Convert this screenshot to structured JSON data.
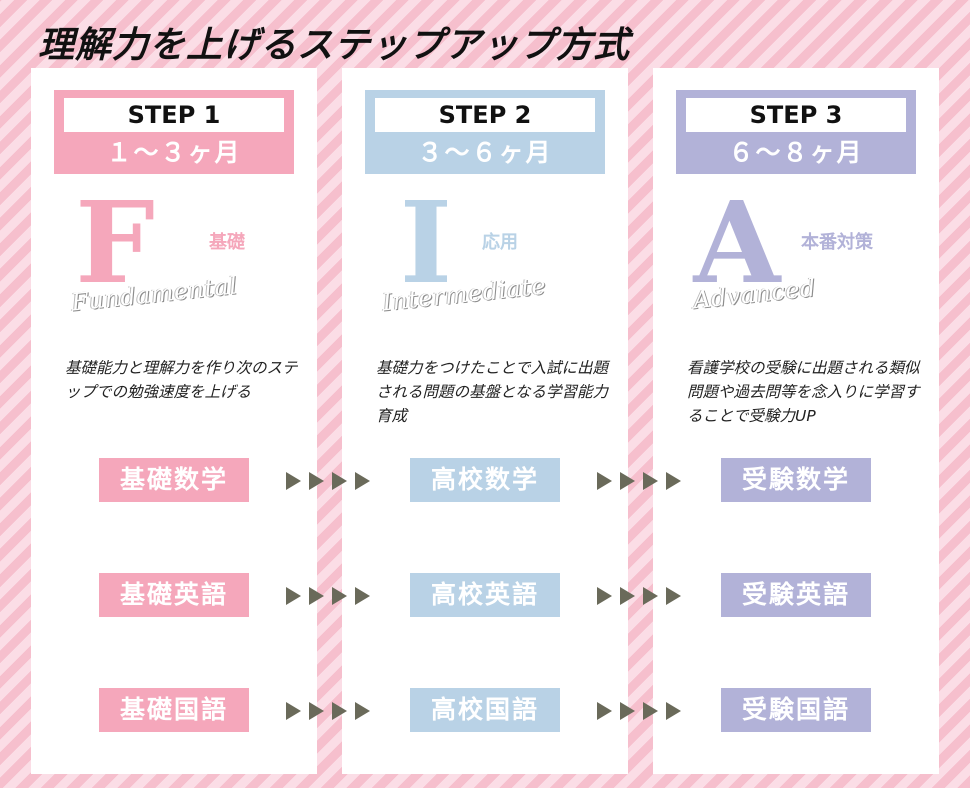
{
  "title": "理解力を上げるステップアップ方式",
  "steps": [
    {
      "label": "STEP 1",
      "period": "１～３ヶ月",
      "letter": "F",
      "word": "Fundamental",
      "subject_jp": "基礎",
      "desc": "基礎能力と理解力を作り次のステップでの勉強速度を上げる",
      "subjects": [
        "基礎数学",
        "基礎英語",
        "基礎国語"
      ],
      "color": "#f5a7bb"
    },
    {
      "label": "STEP 2",
      "period": "３～６ヶ月",
      "letter": "I",
      "word": "Intermediate",
      "subject_jp": "応用",
      "desc": "基礎力をつけたことで入試に出題される問題の基盤となる学習能力育成",
      "subjects": [
        "高校数学",
        "高校英語",
        "高校国語"
      ],
      "color": "#b9d2e6"
    },
    {
      "label": "STEP 3",
      "period": "６～８ヶ月",
      "letter": "A",
      "word": "Advanced",
      "subject_jp": "本番対策",
      "desc": "看護学校の受験に出題される類似問題や過去問等を念入りに学習することで受験力UP",
      "subjects": [
        "受験数学",
        "受験英語",
        "受験国語"
      ],
      "color": "#b2b2d8"
    }
  ],
  "arrow_icon": "right-triangle-arrows",
  "background_color": "#f6bfcd"
}
